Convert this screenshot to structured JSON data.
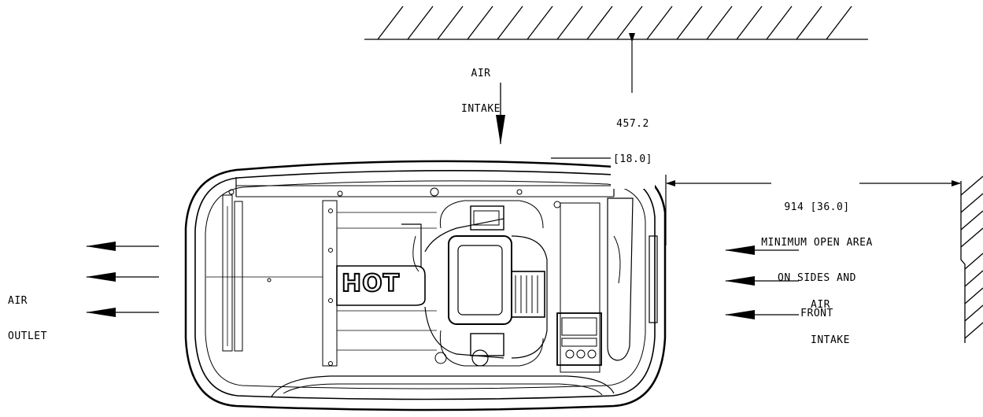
{
  "labels": {
    "air_intake_top_line1": "AIR",
    "air_intake_top_line2": "INTAKE",
    "clearance_top_mm": "457.2",
    "clearance_top_in": "[18.0]",
    "side_clearance_line1": "914 [36.0]",
    "side_clearance_line2": "MINIMUM OPEN AREA",
    "side_clearance_line3": "ON SIDES AND",
    "side_clearance_line4": "FRONT",
    "air_outlet_line1": "AIR",
    "air_outlet_line2": "OUTLET",
    "air_intake_right_line1": "AIR",
    "air_intake_right_line2": "INTAKE",
    "hot_label": "HOT"
  },
  "colors": {
    "line": "#000000",
    "background": "#ffffff"
  }
}
